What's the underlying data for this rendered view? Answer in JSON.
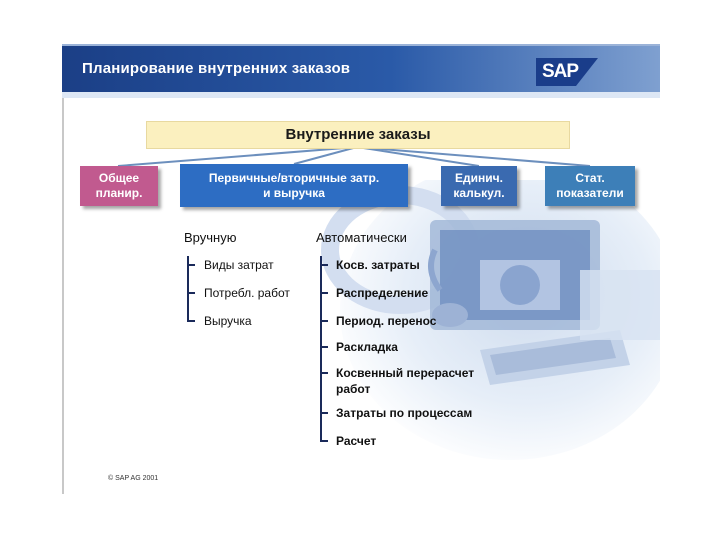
{
  "slide": {
    "title": "Планирование внутренних заказов",
    "logo_text": "SAP",
    "copyright": "© SAP AG 2001"
  },
  "diagram": {
    "root": "Внутренние заказы",
    "nodes": [
      {
        "line1": "Общее",
        "line2": "планир.",
        "color": "#c15a8f"
      },
      {
        "line1": "Первичные/вторичные затр.",
        "line2": "и выручка",
        "color": "#2d6dc3"
      },
      {
        "line1": "Единич.",
        "line2": "калькул.",
        "color": "#3a6ab0"
      },
      {
        "line1": "Стат.",
        "line2": "показатели",
        "color": "#3d7fb8"
      }
    ],
    "manual": {
      "heading": "Вручную",
      "items": [
        "Виды затрат",
        "Потребл. работ",
        "Выручка"
      ]
    },
    "automatic": {
      "heading": "Автоматически",
      "items": [
        "Косв. затраты",
        "Распределение",
        "Период. перенос",
        "Раскладка",
        "Косвенный перерасчет",
        "работ",
        "Затраты по процессам",
        "Расчет"
      ]
    }
  },
  "colors": {
    "header": "#1b3f86",
    "root_fill": "#fbf0bf",
    "connector": "#6c8fbd"
  }
}
